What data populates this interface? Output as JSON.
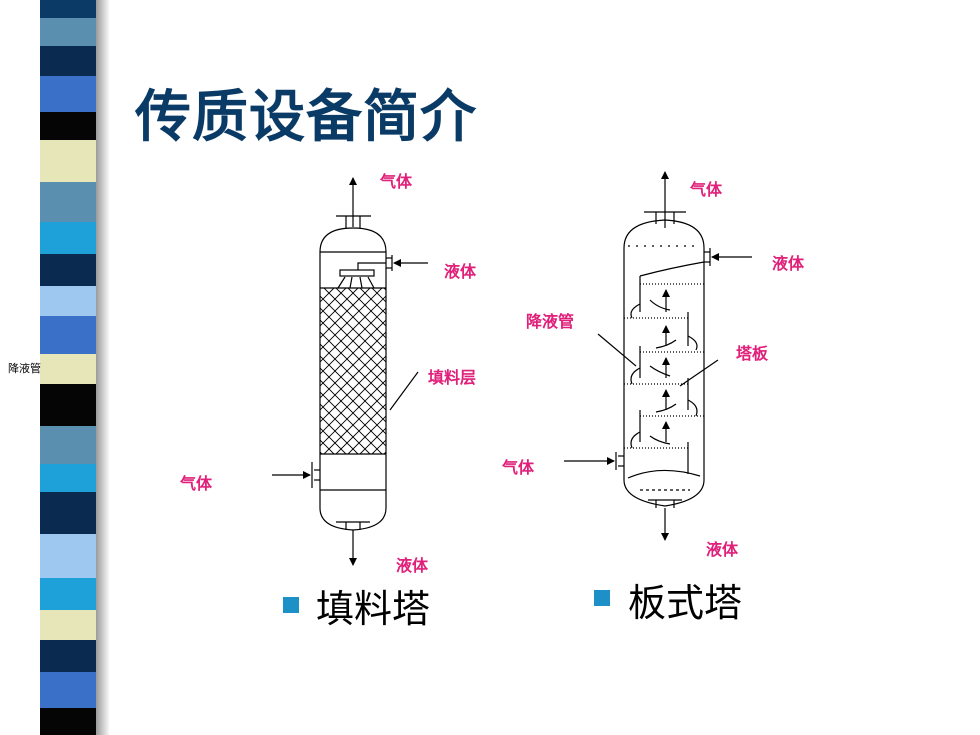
{
  "slide": {
    "title": "传质设备简介",
    "sidebar_label": "降液管"
  },
  "packed_tower": {
    "label_gas_out": "气体",
    "label_liquid_in": "液体",
    "label_packing": "填料层",
    "label_gas_in": "气体",
    "label_liquid_out": "液体",
    "caption": "填料塔"
  },
  "plate_tower": {
    "label_gas_out": "气体",
    "label_liquid_in": "液体",
    "label_downcomer": "降液管",
    "label_tray": "塔板",
    "label_gas_in": "气体",
    "label_liquid_out": "液体",
    "caption": "板式塔"
  },
  "colors": {
    "title": "#0a3a66",
    "label": "#e0207a",
    "bullet": "#1e90c8"
  }
}
